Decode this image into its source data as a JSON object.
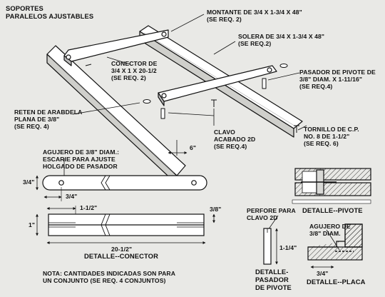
{
  "title": {
    "line1": "SOPORTES",
    "line2": "PARALELOS AJUSTABLES"
  },
  "callouts": {
    "montante": {
      "line1": "MONTANTE DE 3/4 x 1-3/4 x 48\"",
      "line2": "(SE REQ. 2)"
    },
    "solera": {
      "line1": "SOLERA DE 3/4 x 1-3/4 x 48\"",
      "line2": "(SE REQ.2)"
    },
    "conector": {
      "line1": "CONECTOR de",
      "line2": "3/4 x 1 x 20-1/2",
      "line3": "(SE REQ. 2)"
    },
    "pasador": {
      "line1": "PASADOR DE PIVOTE DE",
      "line2": "3/8\" DIAM. x 1-11/16\"",
      "line3": "(SE REQ.4)"
    },
    "reten": {
      "line1": "RETEN DE ARABDELA",
      "line2": "PLANA DE 3/8\"",
      "line3": "(SE REQ. 4)"
    },
    "clavo": {
      "line1": "CLAVO",
      "line2": "ACABADO 2d",
      "line3": "(SE REQ.4)"
    },
    "tornillo": {
      "line1": "TORNILLO DE C.P.",
      "line2": "NO. 8 DE 1-1/2\"",
      "line3": "(SE REQ. 6)"
    },
    "agujero_main": {
      "line1": "AGUJERO DE 3/8\" DIAM.:",
      "line2": "ESCARIE PARA AJUSTE",
      "line3": "HOLGADO DE PASADOR"
    },
    "perfore": {
      "line1": "PERFORE PARA",
      "line2": "CLAVO 2d"
    },
    "agujero_placa": {
      "line1": "AGUJERO DE",
      "line2": "3/8\" DIAM."
    }
  },
  "dimensions": {
    "six_in": "6\"",
    "three_quarter_a": "3/4\"",
    "three_quarter_b": "3/4\"",
    "one_half": "1-1/2\"",
    "three_eighths": "3/8\"",
    "one_in": "1\"",
    "twenty_half": "20-1/2\"",
    "one_quarter": "1-1/4\"",
    "three_quarter_c": "3/4\""
  },
  "details": {
    "conector": "DETALLE--CONECTOR",
    "pivote": "DETALLE--PIVOTE",
    "pasador": {
      "line1": "DETALLE-",
      "line2": "PASADOR",
      "line3": "DE PIVOTE"
    },
    "placa": "DETALLE--PLACA"
  },
  "note": {
    "line1": "NOTA: CANTIDADES INDICADAS SON PARA",
    "line2": "UN CONJUNTO (SE REQ. 4 CONJUNTOS)"
  }
}
